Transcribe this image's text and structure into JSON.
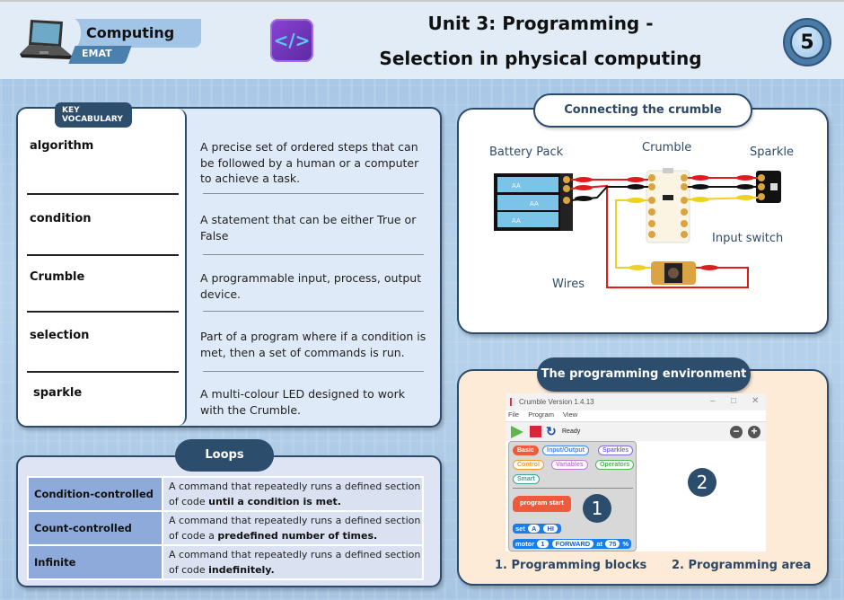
{
  "header": {
    "subject": "Computing",
    "subject_tag": "EMAT",
    "code_icon_glyph": "</>",
    "title_line1": "Unit 3: Programming -",
    "title_line2": "Selection in physical computing",
    "unit_number": "5"
  },
  "vocabulary": {
    "tab_label_line1": "KEY",
    "tab_label_line2": "VOCABULARY",
    "items": [
      {
        "term": "algorithm",
        "definition": "A precise set of ordered steps that can be followed by a human or a computer to achieve a task."
      },
      {
        "term": "condition",
        "definition": "A statement that can be either True or False"
      },
      {
        "term": "Crumble",
        "definition": "A programmable input, process, output device."
      },
      {
        "term": "selection",
        "definition": "Part of a program where if a condition is met, then a set of commands is run."
      },
      {
        "term": "sparkle",
        "definition": "A multi-colour LED designed to work with the Crumble."
      }
    ]
  },
  "loops": {
    "title": "Loops",
    "rows": [
      {
        "name": "Condition-controlled",
        "desc_prefix": "A command that repeatedly runs a defined section of code ",
        "desc_bold": "until a condition is met."
      },
      {
        "name": "Count-controlled",
        "desc_prefix": "A command that repeatedly runs a defined section of code a ",
        "desc_bold": "predefined number of times."
      },
      {
        "name": "Infinite",
        "desc_prefix": "A command that repeatedly runs a defined section of code ",
        "desc_bold": "indefinitely."
      }
    ]
  },
  "connecting": {
    "title": "Connecting the crumble",
    "labels": {
      "battery": "Battery Pack",
      "crumble": "Crumble",
      "sparkle": "Sparkle",
      "input_switch": "Input switch",
      "wires": "Wires"
    },
    "battery_cell_label": "AA"
  },
  "environment": {
    "title": "The programming environment",
    "app": {
      "window_title": "Crumble Version 1.4.13",
      "menu": [
        "File",
        "Program",
        "View"
      ],
      "status": "Ready",
      "categories": [
        {
          "label": "Basic",
          "color": "#f05a3c",
          "filled": true
        },
        {
          "label": "Input/Output",
          "color": "#4a86e8",
          "filled": false
        },
        {
          "label": "Sparkles",
          "color": "#7a6fd6",
          "filled": false
        },
        {
          "label": "Control",
          "color": "#f39a2a",
          "filled": false
        },
        {
          "label": "Variables",
          "color": "#c27ad6",
          "filled": false
        },
        {
          "label": "Operators",
          "color": "#4cb85a",
          "filled": false
        },
        {
          "label": "Smart",
          "color": "#3aa79a",
          "filled": false
        }
      ],
      "blocks": {
        "program_start": "program start",
        "set_label": "set",
        "set_var": "A",
        "set_val": "HI",
        "motor_label": "motor",
        "motor_num": "1",
        "motor_dir": "FORWARD",
        "motor_at": "at",
        "motor_speed": "75",
        "motor_unit": "%"
      }
    },
    "badge_1": "1",
    "badge_2": "2",
    "caption_1": "1. Programming blocks",
    "caption_2": "2. Programming area"
  }
}
